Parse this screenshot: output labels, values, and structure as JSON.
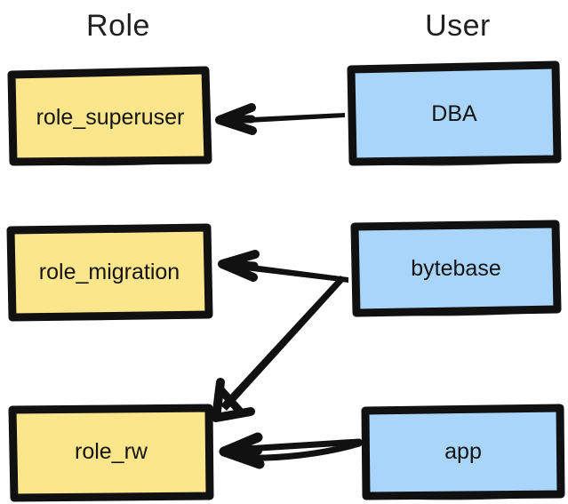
{
  "diagram": {
    "title_columns": [
      {
        "id": "role",
        "label": "Role"
      },
      {
        "id": "user",
        "label": "User"
      }
    ],
    "palette": {
      "role_fill": "#FBE68C",
      "user_fill": "#A9D5FB",
      "stroke": "#111111",
      "background": "#FFFFFF",
      "text": "#141414"
    },
    "nodes": [
      {
        "id": "role_superuser",
        "label": "role_superuser",
        "column": "role",
        "fill": "#FBE68C"
      },
      {
        "id": "role_migration",
        "label": "role_migration",
        "column": "role",
        "fill": "#FBE68C"
      },
      {
        "id": "role_rw",
        "label": "role_rw",
        "column": "role",
        "fill": "#FBE68C"
      },
      {
        "id": "dba",
        "label": "DBA",
        "column": "user",
        "fill": "#A9D5FB"
      },
      {
        "id": "bytebase",
        "label": "bytebase",
        "column": "user",
        "fill": "#A9D5FB"
      },
      {
        "id": "app",
        "label": "app",
        "column": "user",
        "fill": "#A9D5FB"
      }
    ],
    "edges": [
      {
        "id": "dba-to-role-superuser",
        "from": "dba",
        "to": "role_superuser",
        "style": "solid-taper",
        "direction": "right-to-left"
      },
      {
        "id": "bytebase-to-role-migration",
        "from": "bytebase",
        "to": "role_migration",
        "style": "solid-taper",
        "direction": "right-to-left"
      },
      {
        "id": "bytebase-to-role-rw",
        "from": "bytebase",
        "to": "role_rw",
        "style": "solid-taper",
        "direction": "diagonal-down-left"
      },
      {
        "id": "app-to-role-rw",
        "from": "app",
        "to": "role_rw",
        "style": "double-line",
        "direction": "right-to-left"
      }
    ]
  }
}
